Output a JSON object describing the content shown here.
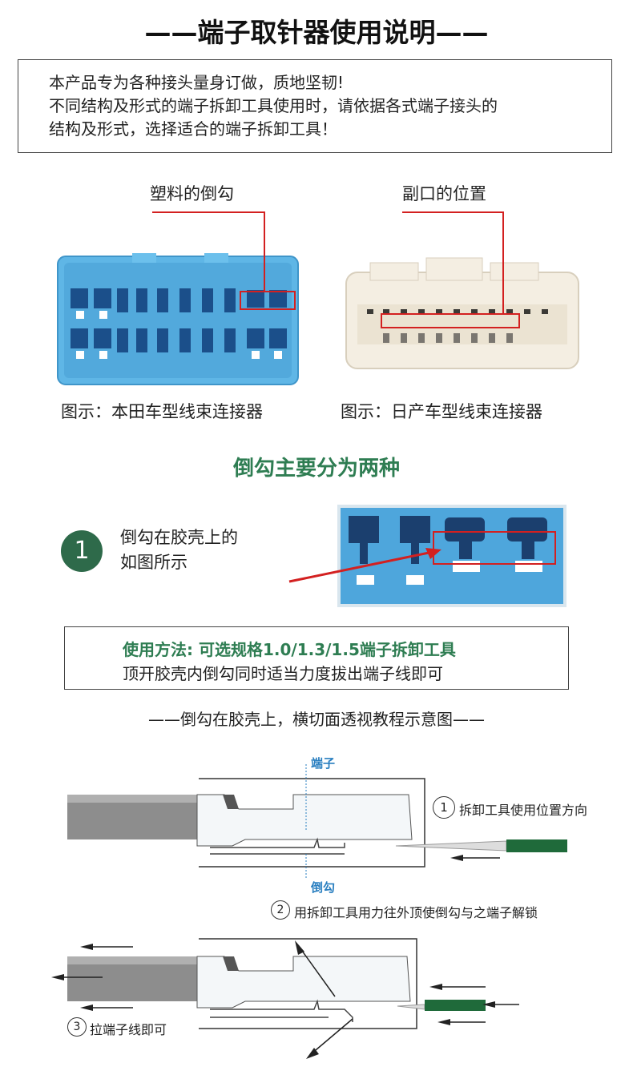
{
  "title": "——端子取针器使用说明——",
  "intro": {
    "line1": "本产品专为各种接头量身订做，质地坚韧!",
    "line2": "不同结构及形式的端子拆卸工具使用时，请依据各式端子接头的",
    "line3": "结构及形式，选择适合的端子拆卸工具！"
  },
  "connectors": {
    "left_label": "塑料的倒勾",
    "right_label": "副口的位置",
    "left_caption": "图示：本田车型线束连接器",
    "right_caption": "图示：日产车型线束连接器"
  },
  "section_heading": "倒勾主要分为两种",
  "type1": {
    "number": "1",
    "line1": "倒勾在胶壳上的",
    "line2": "如图所示"
  },
  "usage": {
    "line1": "使用方法: 可选规格1.0/1.3/1.5端子拆卸工具",
    "line2": "顶开胶壳内倒勾同时适当力度拔出端子线即可"
  },
  "diagram_heading": "——倒勾在胶壳上，横切面透视教程示意图——",
  "diagram": {
    "terminal_label": "端子",
    "hook_label": "倒勾",
    "step1": "拆卸工具使用位置方向",
    "step1_num": "1",
    "step2": "用拆卸工具用力往外顶使倒勾与之端子解锁",
    "step2_num": "2",
    "step3": "拉端子线即可",
    "step3_num": "3"
  },
  "colors": {
    "accent_green": "#2e7d52",
    "circle_green": "#2e6a4a",
    "highlight_red": "#d32020",
    "connector_blue": "#5fb6e6",
    "label_blue": "#2a7fc0"
  }
}
